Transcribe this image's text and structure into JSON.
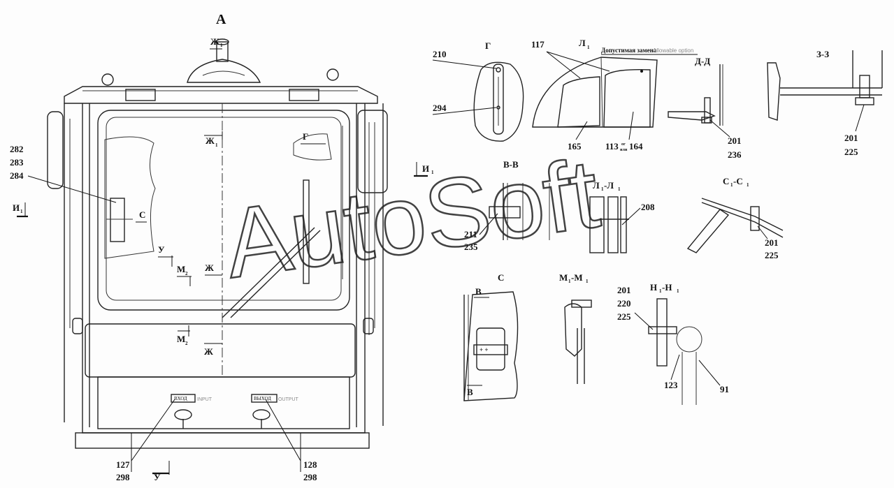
{
  "watermark": "AutoSoft",
  "main_view": {
    "view_label": "А",
    "section_zh_top": "Ж",
    "section_zh_top_sub": "1",
    "section_zh_mid": "Ж",
    "section_zh_mid_sub": "1",
    "section_g": "Г",
    "section_i_left": "И",
    "section_i_left_sub": "1",
    "section_i_right": "И",
    "section_i_right_sub": "1",
    "section_c": "С",
    "section_u_mid": "У",
    "section_m2_a": "М",
    "section_m2_a_sub": "2",
    "section_zh_low": "Ж",
    "section_m2_b": "М",
    "section_m2_b_sub": "2",
    "section_zh_bottom": "Ж",
    "section_u_bottom": "У",
    "callouts_left": [
      "282",
      "283",
      "284"
    ],
    "input_plate": "ВХОД",
    "input_caption": "INPUT",
    "output_plate": "ВЫХОД",
    "output_caption": "OUTPUT",
    "callout_127": "127",
    "callout_298a": "298",
    "callout_128": "128",
    "callout_298b": "298"
  },
  "detail_g": {
    "title": "Г",
    "callout_210": "210",
    "callout_294": "294"
  },
  "detail_l1": {
    "title": "Л",
    "title_sub": "1",
    "callout_117": "117",
    "note": "Допустимая замена",
    "note_en": "Allowable option",
    "callout_165": "165",
    "callout_113": "113",
    "callout_or": "or",
    "callout_or2": "или",
    "callout_164": "164"
  },
  "detail_dd": {
    "title": "Д-Д",
    "callout_201": "201",
    "callout_236": "236"
  },
  "detail_zz": {
    "title": "З-З",
    "callout_201": "201",
    "callout_225": "225"
  },
  "detail_vv": {
    "title": "В-В",
    "callout_211": "211",
    "callout_235": "235"
  },
  "detail_l1l1": {
    "title": "Л",
    "title_sub": "1",
    "title_dash": "-Л",
    "title_sub2": "1",
    "callout_208": "208"
  },
  "detail_c1c1": {
    "title": "С",
    "title_sub": "1",
    "title_dash": "-С",
    "title_sub2": "1",
    "callout_201": "201",
    "callout_225": "225"
  },
  "detail_c": {
    "title": "С",
    "marker_top": "В",
    "marker_bottom": "В"
  },
  "detail_m1m1": {
    "title": "М",
    "title_sub": "1",
    "title_dash": "-М",
    "title_sub2": "1"
  },
  "detail_h1h1": {
    "title": "Н",
    "title_sub": "1",
    "title_dash": "-Н",
    "title_sub2": "1",
    "callout_201": "201",
    "callout_220": "220",
    "callout_225": "225",
    "callout_123": "123",
    "callout_91": "91"
  }
}
